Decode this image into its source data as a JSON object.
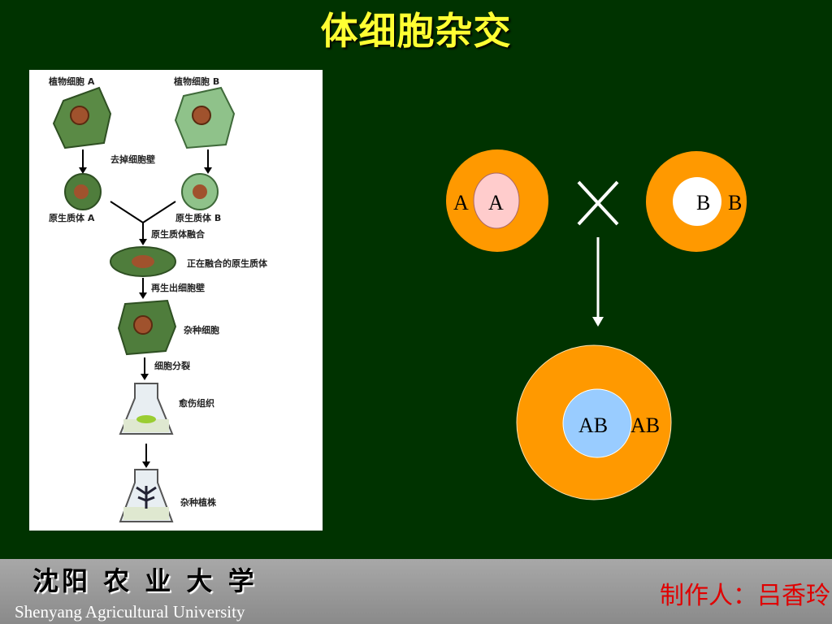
{
  "title": "体细胞杂交",
  "process_figure": {
    "cell_a": "植物细胞 A",
    "cell_b": "植物细胞 B",
    "step_remove_wall": "去掉细胞壁",
    "protoplast_a": "原生质体 A",
    "protoplast_b": "原生质体 B",
    "step_fusion": "原生质体融合",
    "fusing": "正在融合的原生质体",
    "step_regen_wall": "再生出细胞壁",
    "hybrid_cell": "杂种细胞",
    "step_division": "细胞分裂",
    "callus": "愈伤组织",
    "hybrid_plant": "杂种植株"
  },
  "cross_diagram": {
    "cell_a_outer": "A",
    "cell_a_inner": "A",
    "cell_b_inner": "B",
    "cell_b_outer": "B",
    "cross_symbol": "×",
    "hybrid_inner": "AB",
    "hybrid_outer": "AB",
    "colors": {
      "orange": "#ff9900",
      "pink": "#ffcccc",
      "white": "#ffffff",
      "light_blue": "#99ccff"
    }
  },
  "footer": {
    "university_cn": "沈阳 农 业 大 学",
    "university_en": "Shenyang Agricultural University",
    "author": "制作人：吕香玲"
  }
}
